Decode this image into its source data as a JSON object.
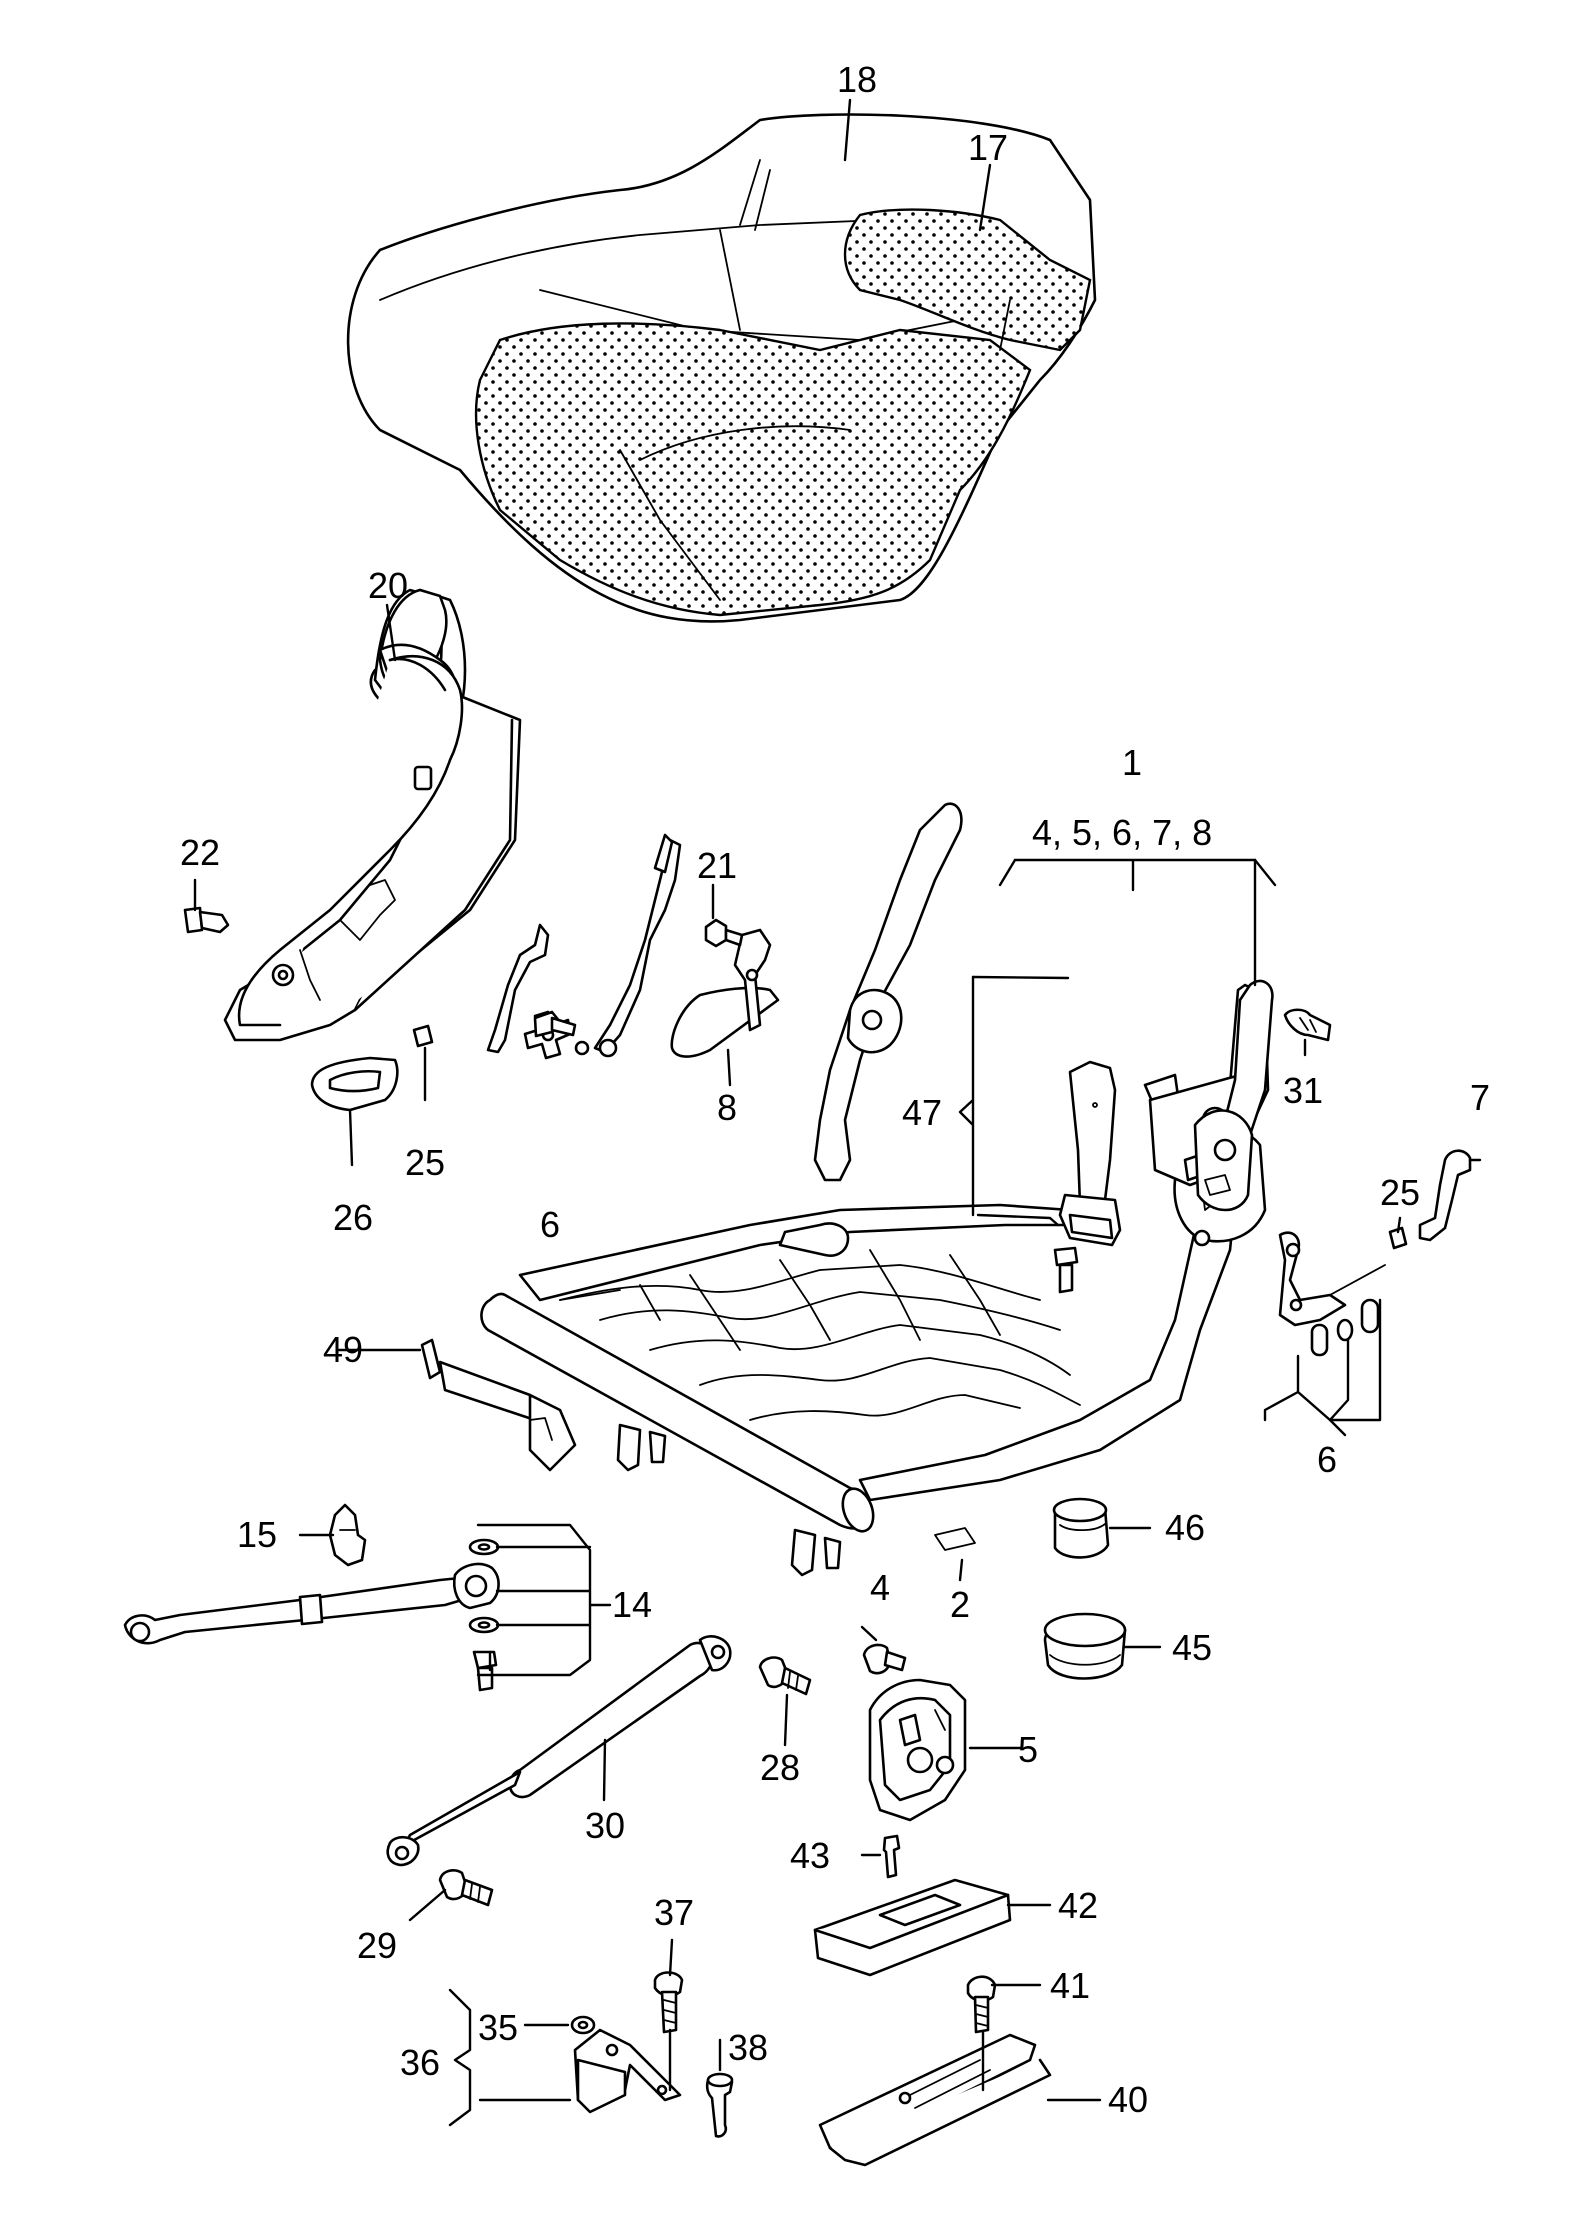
{
  "callouts": {
    "c1": "1",
    "c1_sub": "4, 5, 6, 7, 8",
    "c2": "2",
    "c4": "4",
    "c5": "5",
    "c6a": "6",
    "c6b": "6",
    "c7": "7",
    "c8": "8",
    "c14": "14",
    "c15": "15",
    "c17": "17",
    "c18": "18",
    "c20": "20",
    "c21": "21",
    "c22": "22",
    "c25a": "25",
    "c25b": "25",
    "c26": "26",
    "c28": "28",
    "c29": "29",
    "c30": "30",
    "c31": "31",
    "c35": "35",
    "c36": "36",
    "c37": "37",
    "c38": "38",
    "c40": "40",
    "c41": "41",
    "c42": "42",
    "c43": "43",
    "c45": "45",
    "c46": "46",
    "c47": "47",
    "c49": "49"
  },
  "parts": [
    "seat-cushion",
    "seat-cover",
    "seat-frame",
    "side-trim",
    "recliner-fitting",
    "gas-strut",
    "adjustment-lever",
    "release-strap",
    "handle",
    "mounting-clip",
    "bracket",
    "bolt",
    "screw",
    "washer",
    "cap",
    "guide-rail"
  ]
}
